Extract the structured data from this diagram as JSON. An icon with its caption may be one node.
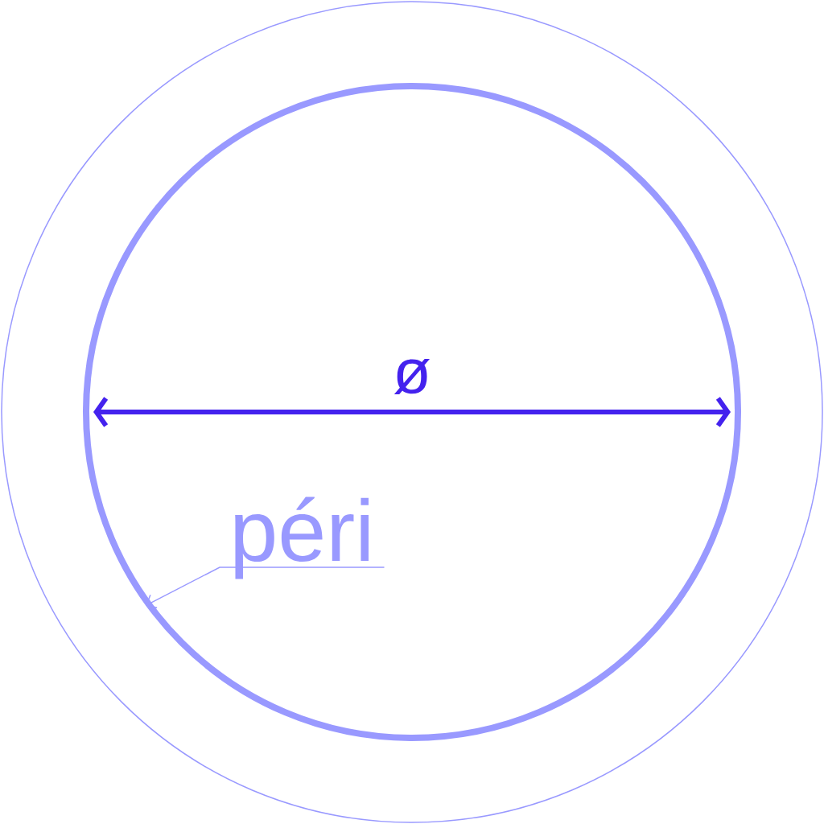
{
  "diagram": {
    "nodes": [
      {
        "text": [
          "péri"
        ],
        "in": 1
      },
      {
        "text": [],
        "shape": "circle"
      }
    ],
    "edges": [
      {
        "from": 0,
        "to": 1,
        "arrow": "to"
      }
    ],
    "labels": [
      "ø"
    ]
  }
}
